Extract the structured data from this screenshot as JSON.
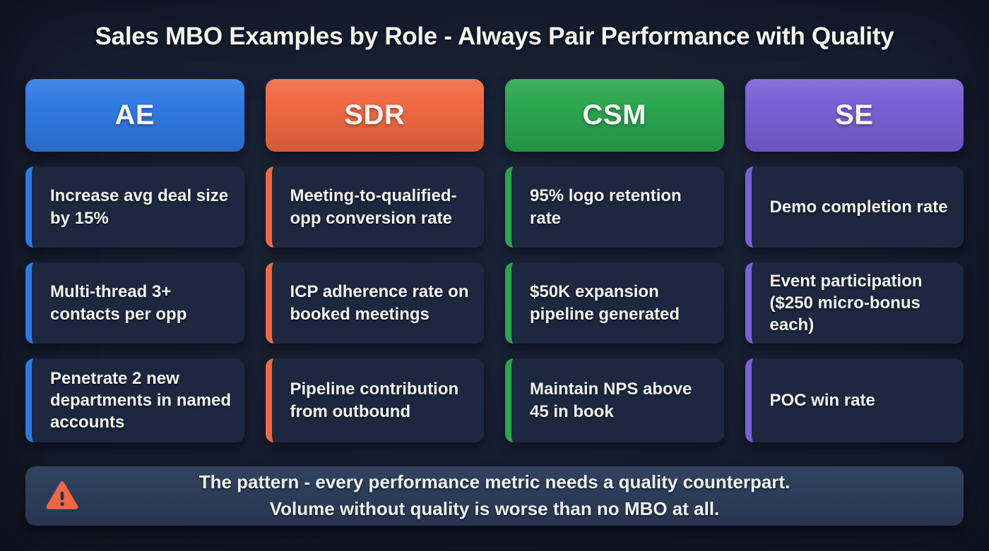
{
  "title": "Sales MBO Examples by Role - Always Pair Performance with Quality",
  "columns": [
    {
      "role": "AE",
      "color": "#3079e2",
      "items": [
        "Increase avg deal size by 15%",
        "Multi-thread 3+ contacts per opp",
        "Penetrate 2 new departments in named accounts"
      ]
    },
    {
      "role": "SDR",
      "color": "#f06842",
      "items": [
        "Meeting-to-qualified-opp conversion rate",
        "ICP adherence rate on booked meetings",
        "Pipeline contribution from outbound"
      ]
    },
    {
      "role": "CSM",
      "color": "#2aa650",
      "items": [
        "95% logo retention rate",
        "$50K expansion pipeline generated",
        "Maintain NPS above 45 in book"
      ]
    },
    {
      "role": "SE",
      "color": "#7a60d7",
      "items": [
        "Demo completion rate",
        "Event participation ($250 micro-bonus each)",
        "POC win rate"
      ]
    }
  ],
  "footer": {
    "icon": "warning-triangle-icon",
    "icon_color": "#f06842",
    "line1": "The pattern - every performance metric needs a quality counterpart.",
    "line2": "Volume without quality is worse than no MBO at all."
  },
  "theme": {
    "background": "#161d30",
    "card_background": "#1d2840",
    "footer_background": "#2c3c58",
    "text_color": "#f3f3ef"
  }
}
